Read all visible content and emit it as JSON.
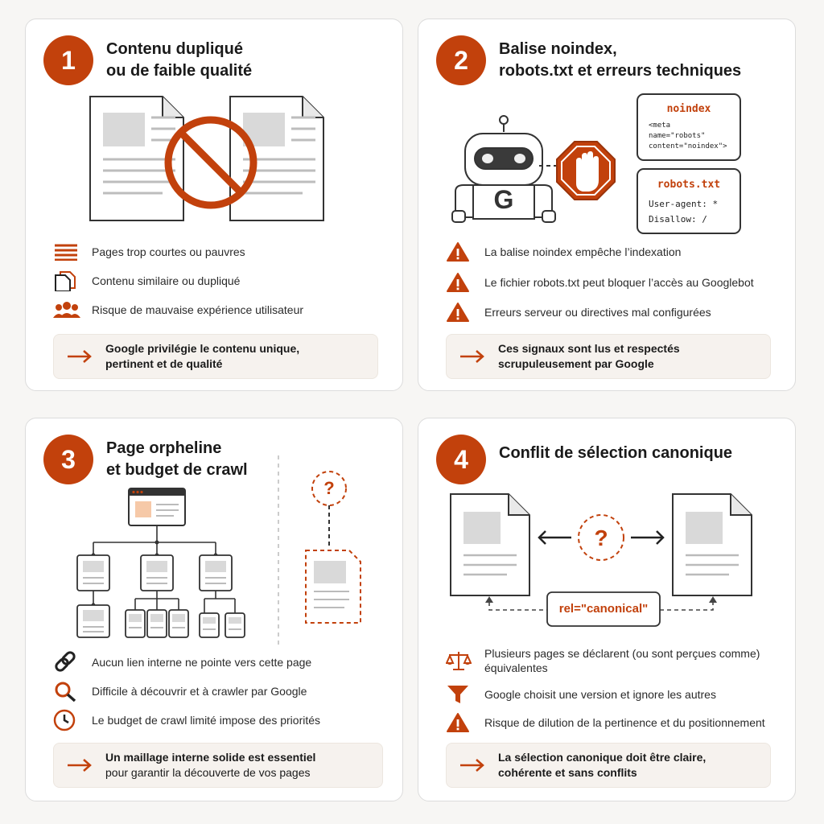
{
  "colors": {
    "accent": "#c2410c",
    "border": "#dcdcdc",
    "tip_bg": "#f6f2ee"
  },
  "cards": [
    {
      "number": "1",
      "title_line1": "Contenu dupliqué",
      "title_line2": "ou de faible qualité",
      "bullets": [
        {
          "icon": "lines-icon",
          "text": "Pages trop courtes ou pauvres"
        },
        {
          "icon": "copy-document-icon",
          "text": "Contenu similaire ou dupliqué"
        },
        {
          "icon": "users-icon",
          "text": "Risque de mauvaise expérience utilisateur"
        }
      ],
      "tip_line1": "Google privilégie le contenu unique,",
      "tip_line2": "pertinent et de qualité"
    },
    {
      "number": "2",
      "title_line1": "Balise noindex,",
      "title_line2": "robots.txt et erreurs techniques",
      "noindex_box": {
        "label": "noindex",
        "code1": "<meta",
        "code2": "name=\"robots\"",
        "code3": "content=\"noindex\">"
      },
      "robots_box": {
        "label": "robots.txt",
        "code1": "User-agent: *",
        "code2": "Disallow: /"
      },
      "robot_letter": "G",
      "bullets": [
        {
          "icon": "warning-icon",
          "text": "La balise noindex empêche l’indexation"
        },
        {
          "icon": "warning-icon",
          "text": "Le fichier robots.txt peut bloquer l’accès au Googlebot"
        },
        {
          "icon": "warning-icon",
          "text": "Erreurs serveur ou directives mal configurées"
        }
      ],
      "tip_line1": "Ces signaux sont lus et respectés",
      "tip_line2": "scrupuleusement par Google"
    },
    {
      "number": "3",
      "title_line1": "Page orpheline",
      "title_line2": "et budget de crawl",
      "orphan_mark": "?",
      "bullets": [
        {
          "icon": "link-icon",
          "text": "Aucun lien interne ne pointe vers cette page"
        },
        {
          "icon": "magnifier-icon",
          "text": "Difficile à découvrir et à crawler par Google"
        },
        {
          "icon": "clock-icon",
          "text": "Le budget de crawl limité impose des priorités"
        }
      ],
      "tip_line1": "Un maillage interne solide est essentiel",
      "tip_line2": "pour garantir la découverte de vos pages"
    },
    {
      "number": "4",
      "title_line1": "Conflit de sélection canonique",
      "title_line2": "",
      "conflict_mark": "?",
      "canonical_label": "rel=\"canonical\"",
      "bullets": [
        {
          "icon": "scale-icon",
          "text": "Plusieurs pages se déclarent (ou sont perçues comme) équivalentes"
        },
        {
          "icon": "funnel-icon",
          "text": "Google choisit une version et ignore les autres"
        },
        {
          "icon": "warning-icon",
          "text": "Risque de dilution de la pertinence et du positionnement"
        }
      ],
      "tip_line1": "La sélection canonique doit être claire,",
      "tip_line2": "cohérente et sans conflits"
    }
  ]
}
